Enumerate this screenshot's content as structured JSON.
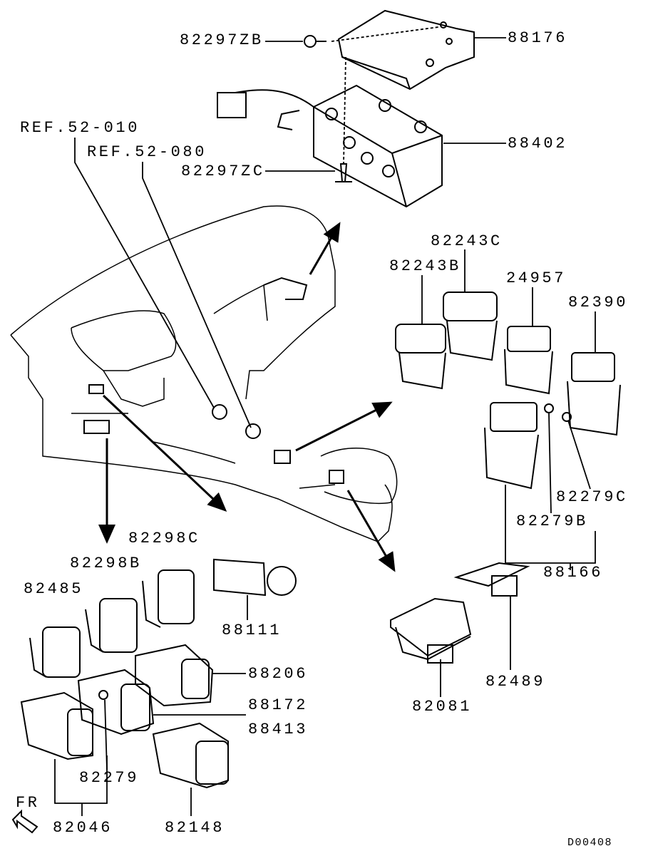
{
  "diagram": {
    "labels": {
      "l82297ZB": "82297ZB",
      "l88176": "88176",
      "lref010": "REF.52-010",
      "lref080": "REF.52-080",
      "l88402": "88402",
      "l82297ZC": "82297ZC",
      "l82243C": "82243C",
      "l82243B": "82243B",
      "l24957": "24957",
      "l82390": "82390",
      "l82279C": "82279C",
      "l82279B": "82279B",
      "l88166": "88166",
      "l82298C": "82298C",
      "l82298B": "82298B",
      "l82485": "82485",
      "l88111": "88111",
      "l88206": "88206",
      "l88172": "88172",
      "l88413": "88413",
      "l82279": "82279",
      "l82489": "82489",
      "l82081": "82081",
      "lFR": "FR",
      "l82046": "82046",
      "l82148": "82148",
      "code": "D00408"
    },
    "line_color": "#000000",
    "background": "#ffffff"
  }
}
